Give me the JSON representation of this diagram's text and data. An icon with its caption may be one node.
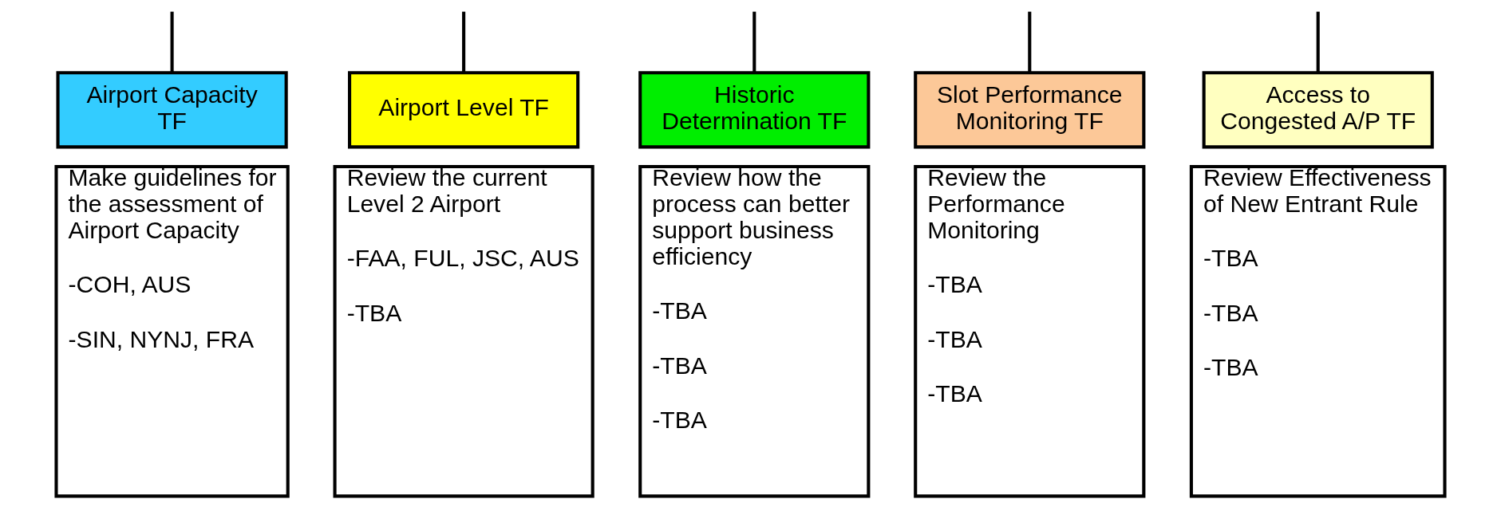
{
  "diagram": {
    "nodes": [
      {
        "text": [
          "Airport Capacity TF"
        ]
      },
      {
        "text": [
          "Make guidelines for the assessment of Airport Capacity",
          "-COH, AUS",
          "-SIN, NYNJ, FRA"
        ]
      },
      {
        "text": [
          "Airport Level TF"
        ]
      },
      {
        "text": [
          "Review the current Level 2 Airport",
          "-FAA, FUL, JSC, AUS",
          "-TBA"
        ]
      },
      {
        "text": [
          "Historic Determination TF"
        ]
      },
      {
        "text": [
          "Review how the process can better support business efficiency",
          "-TBA",
          "-TBA",
          "-TBA"
        ]
      },
      {
        "text": [
          "Slot Performance Monitoring TF"
        ]
      },
      {
        "text": [
          "Review the Performance Monitoring",
          "-TBA",
          "-TBA",
          "-TBA"
        ]
      },
      {
        "text": [
          "Access to Congested A/P TF"
        ]
      },
      {
        "text": [
          "Review Effectiveness of New Entrant Rule",
          "-TBA",
          "-TBA",
          "-TBA"
        ]
      }
    ],
    "edges": [
      {
        "from": null,
        "to": 0,
        "arrow": "none"
      },
      {
        "from": null,
        "to": 2,
        "arrow": "none"
      },
      {
        "from": null,
        "to": 4,
        "arrow": "none"
      },
      {
        "from": null,
        "to": 6,
        "arrow": "none"
      },
      {
        "from": null,
        "to": 8,
        "arrow": "none"
      }
    ]
  }
}
